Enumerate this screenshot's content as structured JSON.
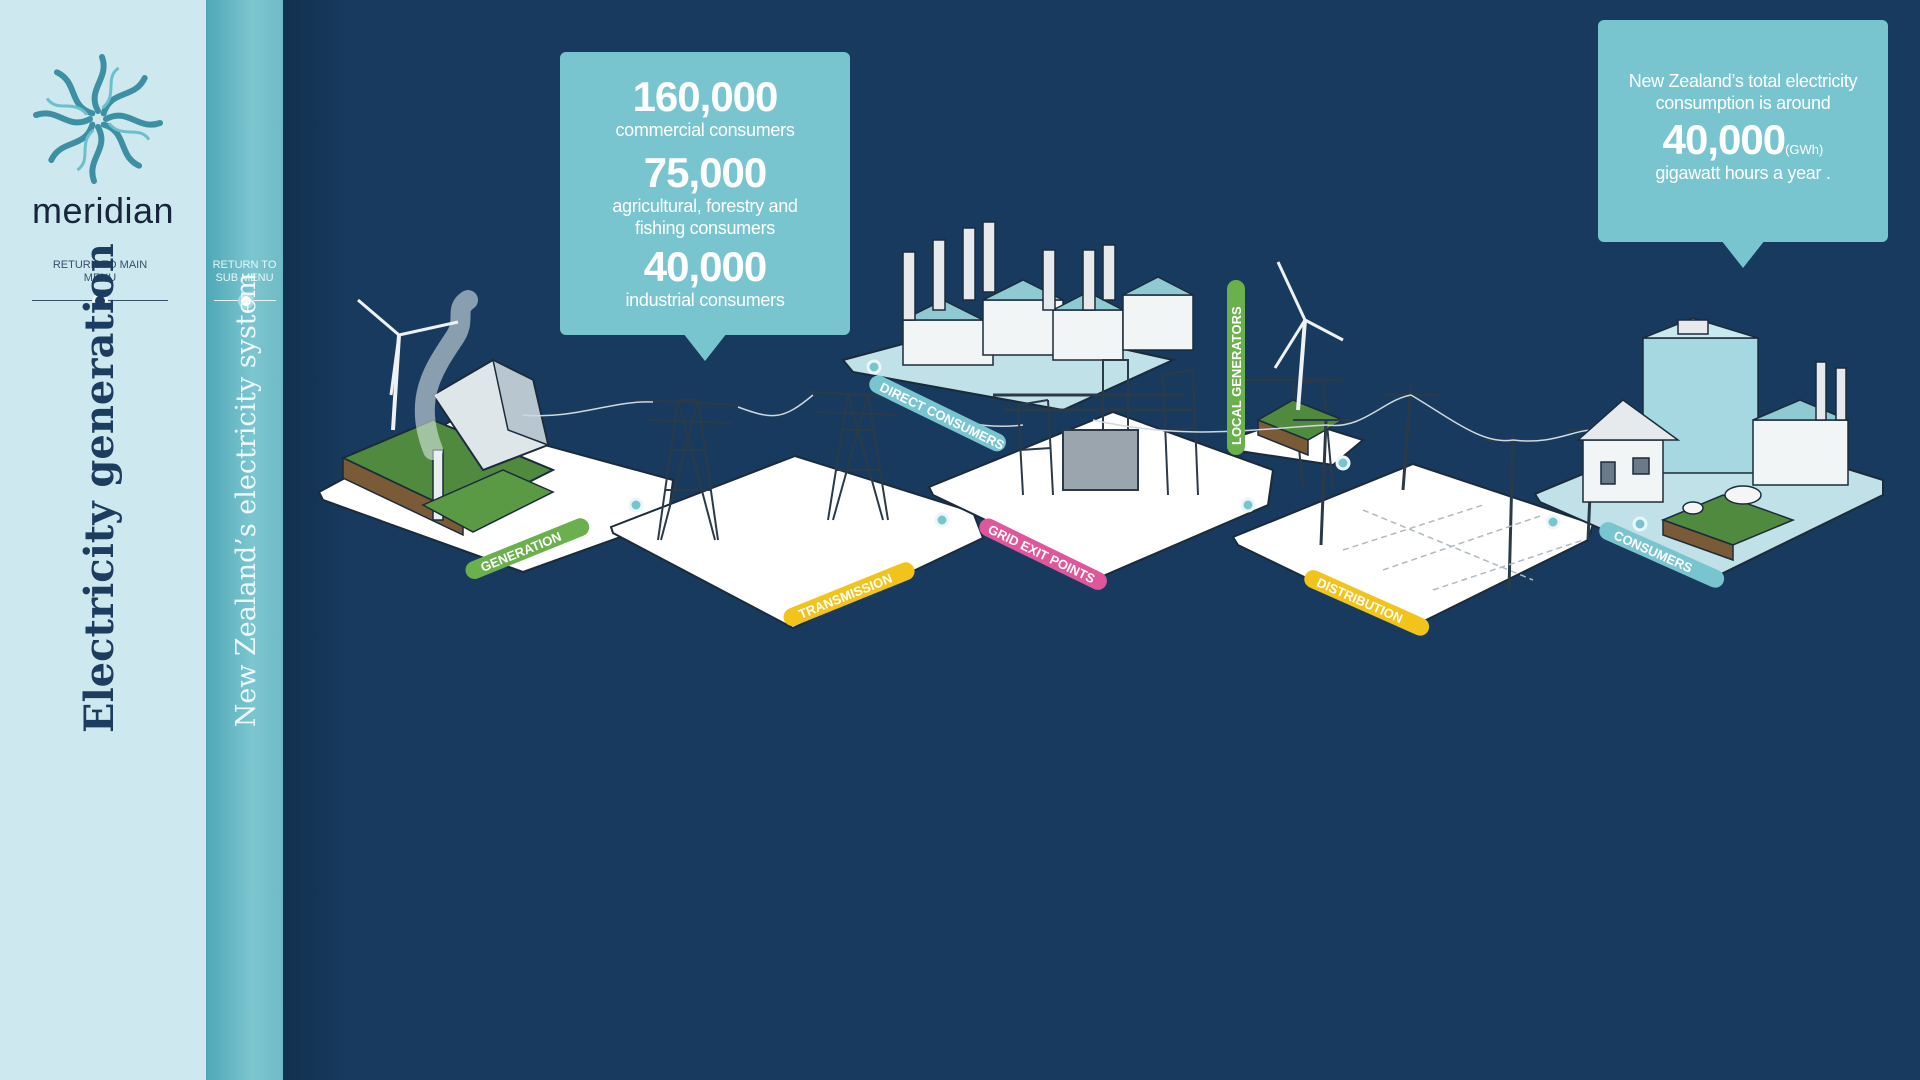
{
  "sidebar": {
    "brand": "meridian",
    "return_main": "RETURN TO MAIN MENU",
    "section_title": "Electricity generation"
  },
  "subbar": {
    "return_sub": "RETURN TO SUB MENU",
    "section_title": "New Zealand’s electricity system"
  },
  "callout_consumers": {
    "commercial_number": "160,000",
    "commercial_label": "commercial consumers",
    "agri_number": "75,000",
    "agri_label_1": "agricultural, forestry and",
    "agri_label_2": "fishing consumers",
    "industrial_number": "40,000",
    "industrial_label": "industrial consumers"
  },
  "callout_total": {
    "line1": "New Zealand’s total electricity",
    "line2": "consumption is around",
    "number": "40,000",
    "unit": "(GWh)",
    "line3": "gigawatt hours  a year ."
  },
  "stages": {
    "generation": "GENERATION",
    "transmission": "TRANSMISSION",
    "grid_exit": "GRID EXIT POINTS",
    "direct": "DIRECT CONSUMERS",
    "local": "LOCAL GENERATORS",
    "distribution": "DISTRIBUTION",
    "consumers": "CONSUMERS"
  },
  "colors": {
    "background": "#173a5e",
    "sidebar": "#cde8ee",
    "subbar": "#6fbac6",
    "callout": "#79c5cf",
    "generation_tag": "#6ab04c",
    "transmission_tag": "#f2c31b",
    "grid_exit_tag": "#e0569b",
    "consumers_tag": "#79c5cf"
  }
}
